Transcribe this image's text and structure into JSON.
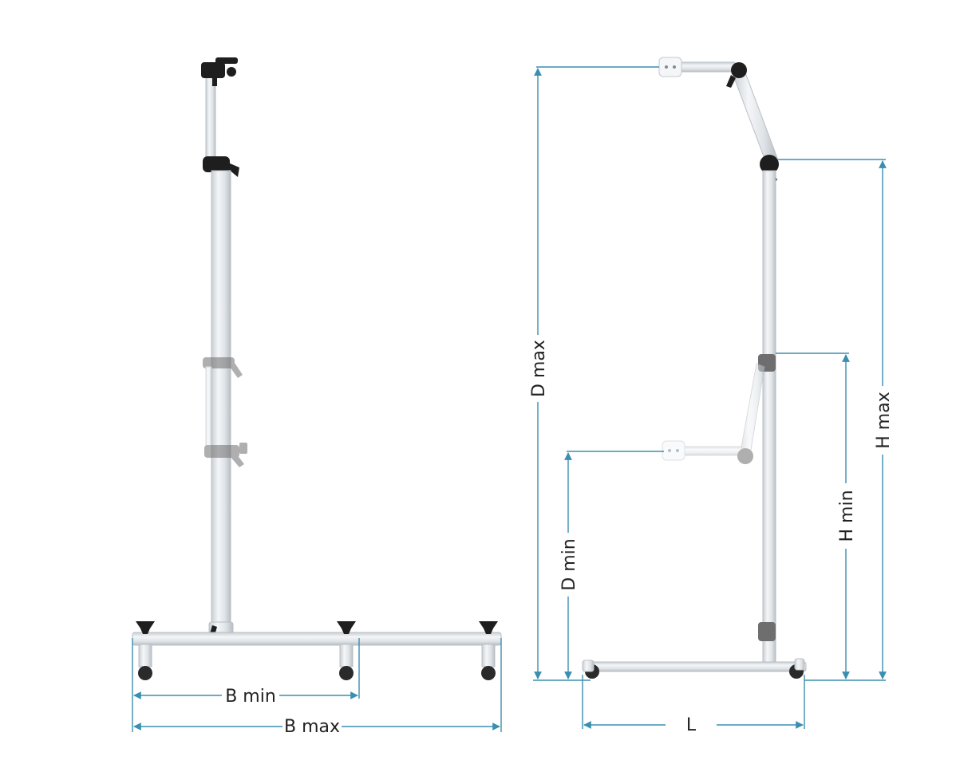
{
  "labels": {
    "b_min": "B min",
    "b_max": "B max",
    "d_max": "D max",
    "d_min": "D min",
    "h_max": "H max",
    "h_min": "H min",
    "l": "L"
  },
  "colors": {
    "dimension_line": "#3a8fb0",
    "metal": "#e6e9ec",
    "clamp": "#1e1e1e"
  }
}
